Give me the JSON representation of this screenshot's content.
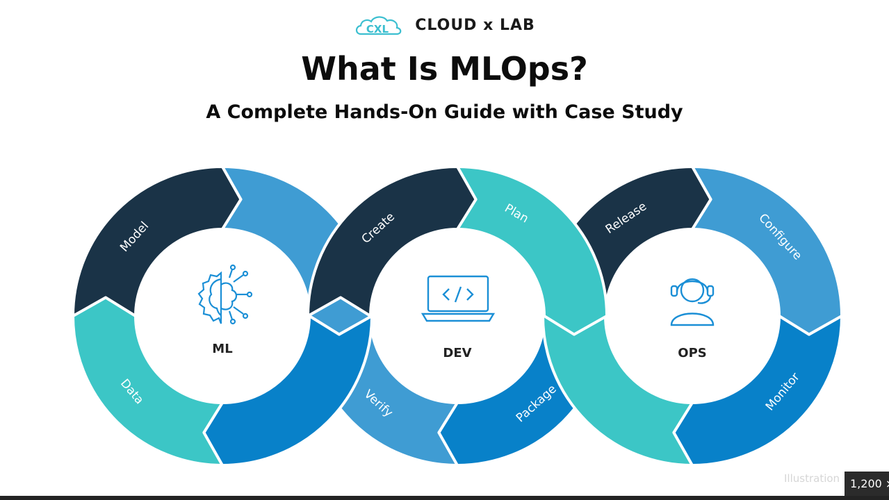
{
  "brand": {
    "logo_mark": "CXL",
    "name": "CLOUD x LAB"
  },
  "header": {
    "title": "What Is MLOps?",
    "subtitle": "A Complete Hands-On Guide with Case Study"
  },
  "diagram": {
    "hubs": [
      {
        "label": "ML",
        "icon": "brain-gear-icon"
      },
      {
        "label": "DEV",
        "icon": "code-laptop-icon"
      },
      {
        "label": "OPS",
        "icon": "operator-headset-icon"
      }
    ],
    "segments": {
      "ml": [
        "Model",
        "Data"
      ],
      "dev": [
        "Create",
        "Plan",
        "Verify",
        "Package"
      ],
      "ops": [
        "Release",
        "Configure",
        "Monitor"
      ]
    },
    "colors": {
      "navy": "#1a3347",
      "sky": "#3f9cd3",
      "teal": "#3cc6c6",
      "blue": "#0881c9"
    }
  },
  "overlay": {
    "caption": "Illustration",
    "size_badge": "1,200 ×"
  }
}
